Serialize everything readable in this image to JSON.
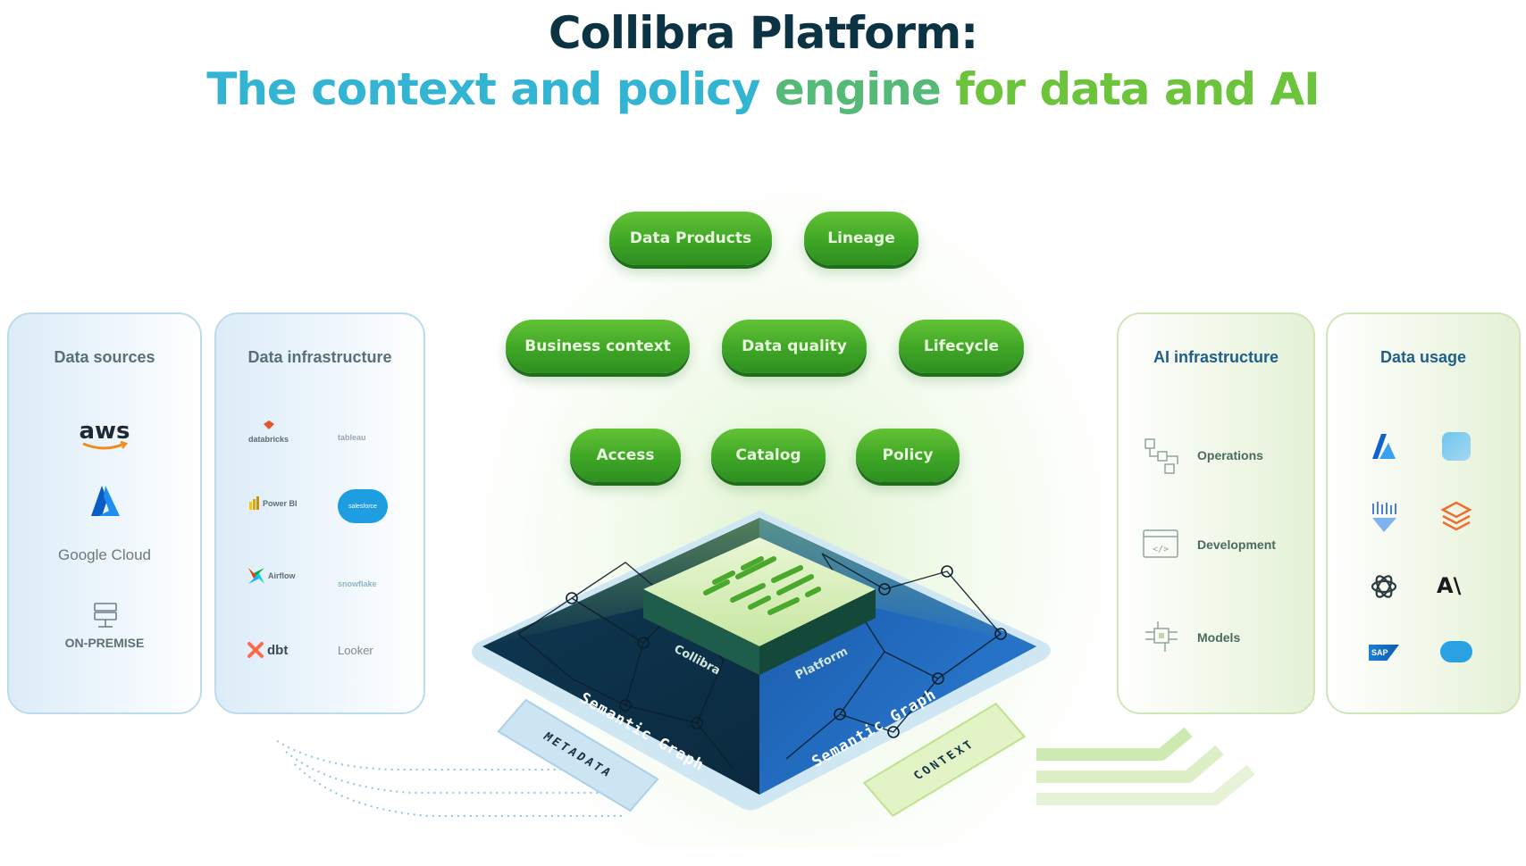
{
  "title": {
    "line1": "Collibra Platform:",
    "line2_part1": "The context and policy",
    "line2_part2": "engine",
    "line2_part3": "for data and AI"
  },
  "capabilities": [
    "Data Products",
    "Lineage",
    "Business context",
    "Data quality",
    "Lifecycle",
    "Access",
    "Catalog",
    "Policy"
  ],
  "panels": {
    "data_sources": {
      "title": "Data sources",
      "items": [
        "aws",
        "Google Cloud",
        "ON-PREMISE"
      ]
    },
    "data_infrastructure": {
      "title": "Data infrastructure",
      "items": [
        "databricks",
        "tableau",
        "Power BI",
        "salesforce",
        "Airflow",
        "snowflake",
        "dbt",
        "Looker"
      ]
    },
    "ai_infrastructure": {
      "title": "AI infrastructure",
      "items": [
        "Operations",
        "Development",
        "Models"
      ]
    },
    "data_usage": {
      "title": "Data usage",
      "items": [
        "A\\",
        "SAP"
      ]
    }
  },
  "platform": {
    "label_left": "Collibra",
    "label_right": "Platform",
    "graph_left": "Semantic Graph",
    "graph_right": "Semantic Graph",
    "tab_left": "METADATA",
    "tab_right": "CONTEXT"
  },
  "colors": {
    "title_dark": "#0b3344",
    "title_cyan": "#33b4d2",
    "title_green": "#6cc33c",
    "pill_green": "#3ea626",
    "platform_navy": "#0a2a3f",
    "platform_blue": "#1f63b5",
    "accent_lime": "#b7e27a"
  }
}
